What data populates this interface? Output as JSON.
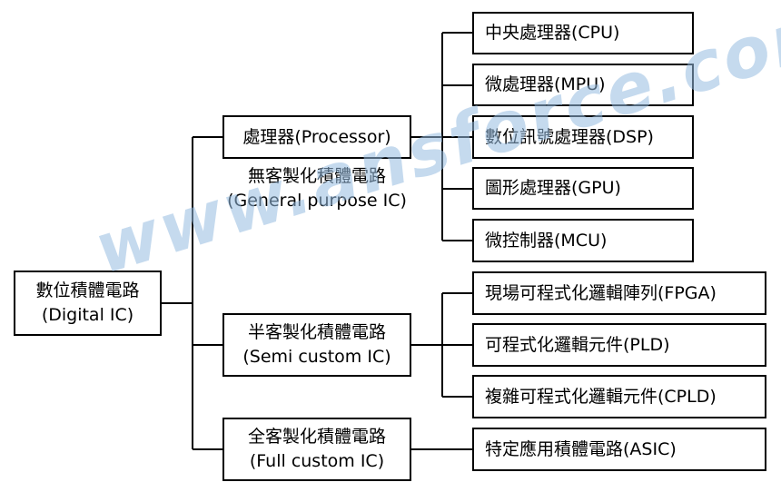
{
  "root": {
    "line1": "數位積體電路",
    "line2": "(Digital IC)"
  },
  "categories": {
    "processor": {
      "label": "處理器(Processor)",
      "caption1": "無客製化積體電路",
      "caption2": "(General purpose IC)"
    },
    "semi": {
      "line1": "半客製化積體電路",
      "line2": "(Semi custom IC)"
    },
    "full": {
      "line1": "全客製化積體電路",
      "line2": "(Full custom IC)"
    }
  },
  "processor_children": [
    "中央處理器(CPU)",
    "微處理器(MPU)",
    "數位訊號處理器(DSP)",
    "圖形處理器(GPU)",
    "微控制器(MCU)"
  ],
  "semi_children": [
    "現場可程式化邏輯陣列(FPGA)",
    "可程式化邏輯元件(PLD)",
    "複雜可程式化邏輯元件(CPLD)"
  ],
  "full_children": [
    "特定應用積體電路(ASIC)"
  ],
  "watermark": "www.ansforce.com",
  "colors": {
    "line": "#000000",
    "box_border": "#000000",
    "watermark": "#96bce0"
  }
}
